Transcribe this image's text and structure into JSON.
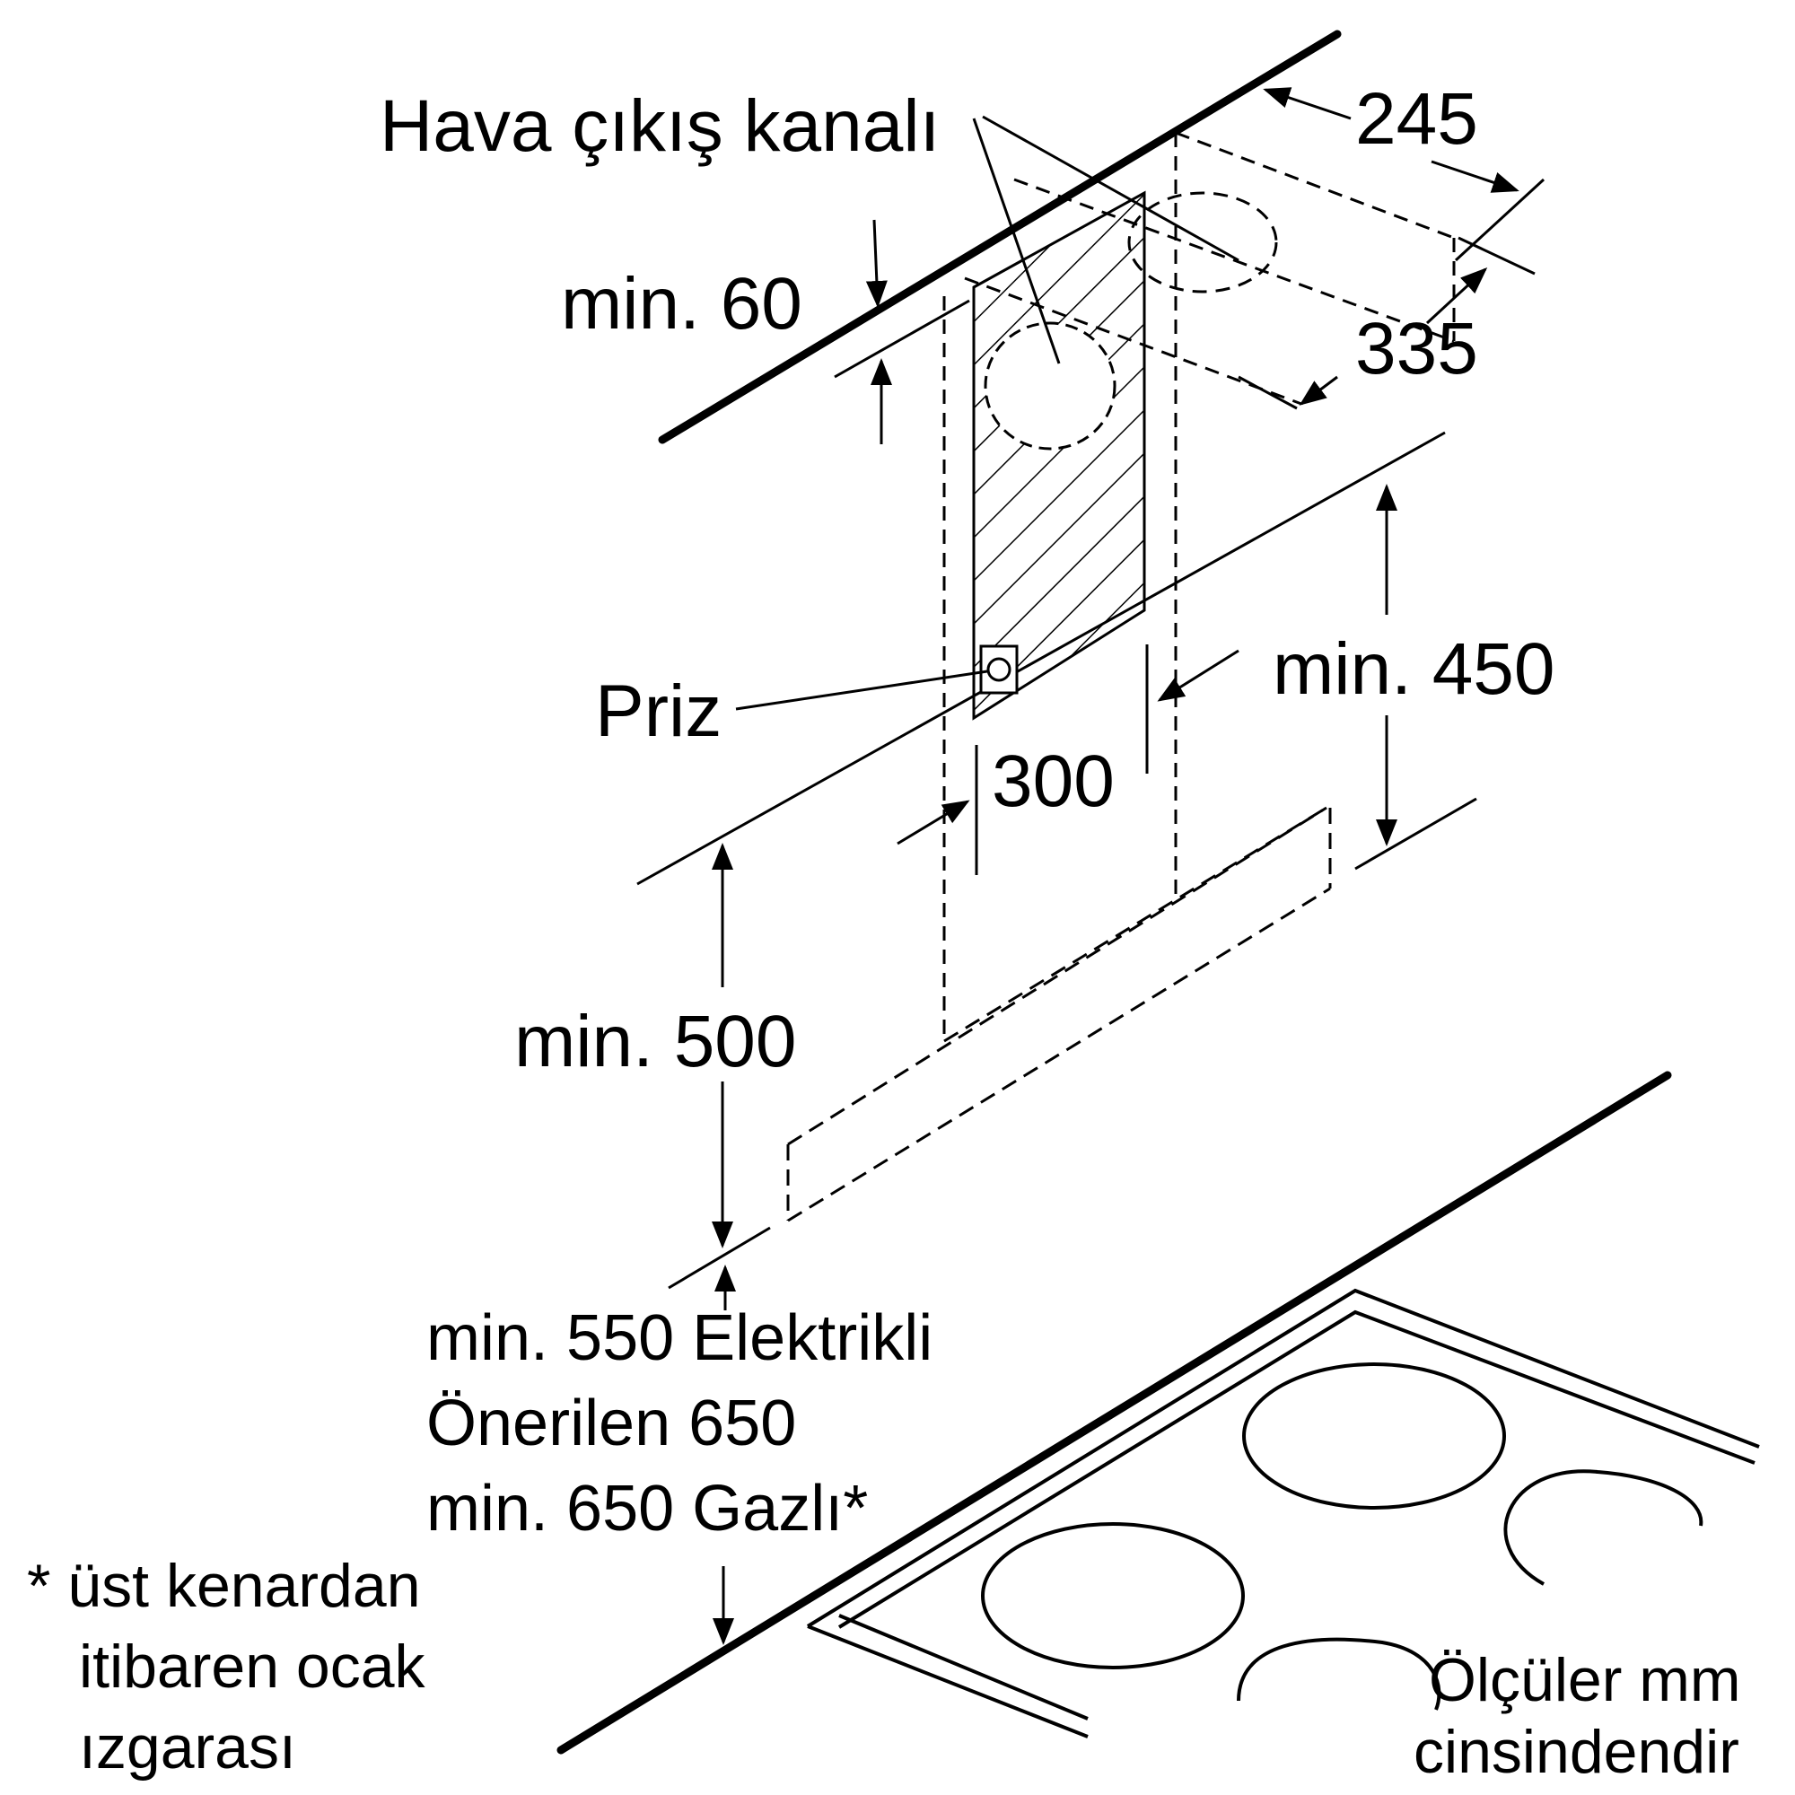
{
  "labels": {
    "air_outlet": "Hava çıkış kanalı",
    "dim_245": "245",
    "dim_335": "335",
    "min_60": "min. 60",
    "min_450": "min. 450",
    "socket": "Priz",
    "dim_300": "300",
    "min_500": "min. 500",
    "electric": "min. 550 Elektrikli",
    "recommended": "Önerilen 650",
    "gas": "min. 650 Gazlı*",
    "footnote_line1": "* üst kenardan",
    "footnote_line2": "itibaren ocak",
    "footnote_line3": "ızgarası",
    "units_line1": "Ölçüler mm",
    "units_line2": "cinsindendir"
  }
}
